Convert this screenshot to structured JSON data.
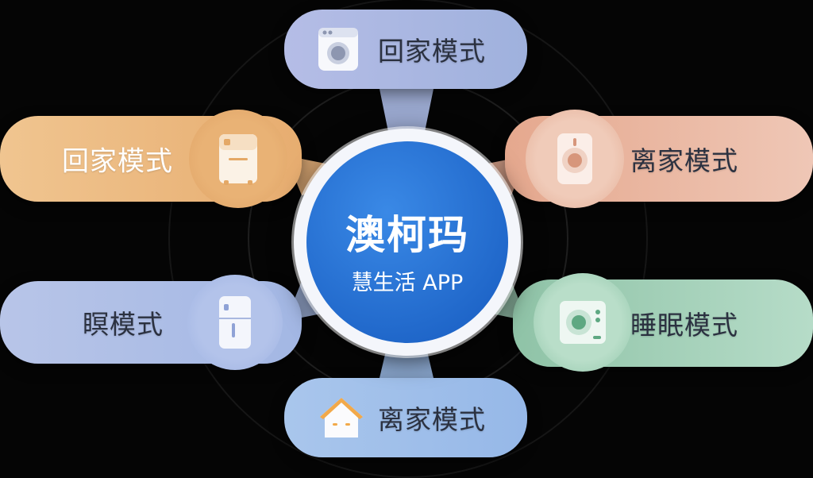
{
  "center": {
    "title": "澳柯玛",
    "subtitle": "慧生活 APP",
    "color": "#2a77d9"
  },
  "modes": {
    "top": {
      "label": "回家模式",
      "icon": "washing-machine-icon",
      "color": "#a9b6e2"
    },
    "left_top": {
      "label": "回家模式",
      "icon": "freezer-icon",
      "color": "#eab77f"
    },
    "right_top": {
      "label": "离家模式",
      "icon": "oven-icon",
      "color": "#eab7a2"
    },
    "left_bottom": {
      "label": "瞑模式",
      "icon": "refrigerator-icon",
      "color": "#aabde6"
    },
    "right_bottom": {
      "label": "睡眠模式",
      "icon": "dryer-icon",
      "color": "#a3cfb8"
    },
    "bottom": {
      "label": "离家模式",
      "icon": "home-icon",
      "color": "#9fbfea"
    }
  }
}
